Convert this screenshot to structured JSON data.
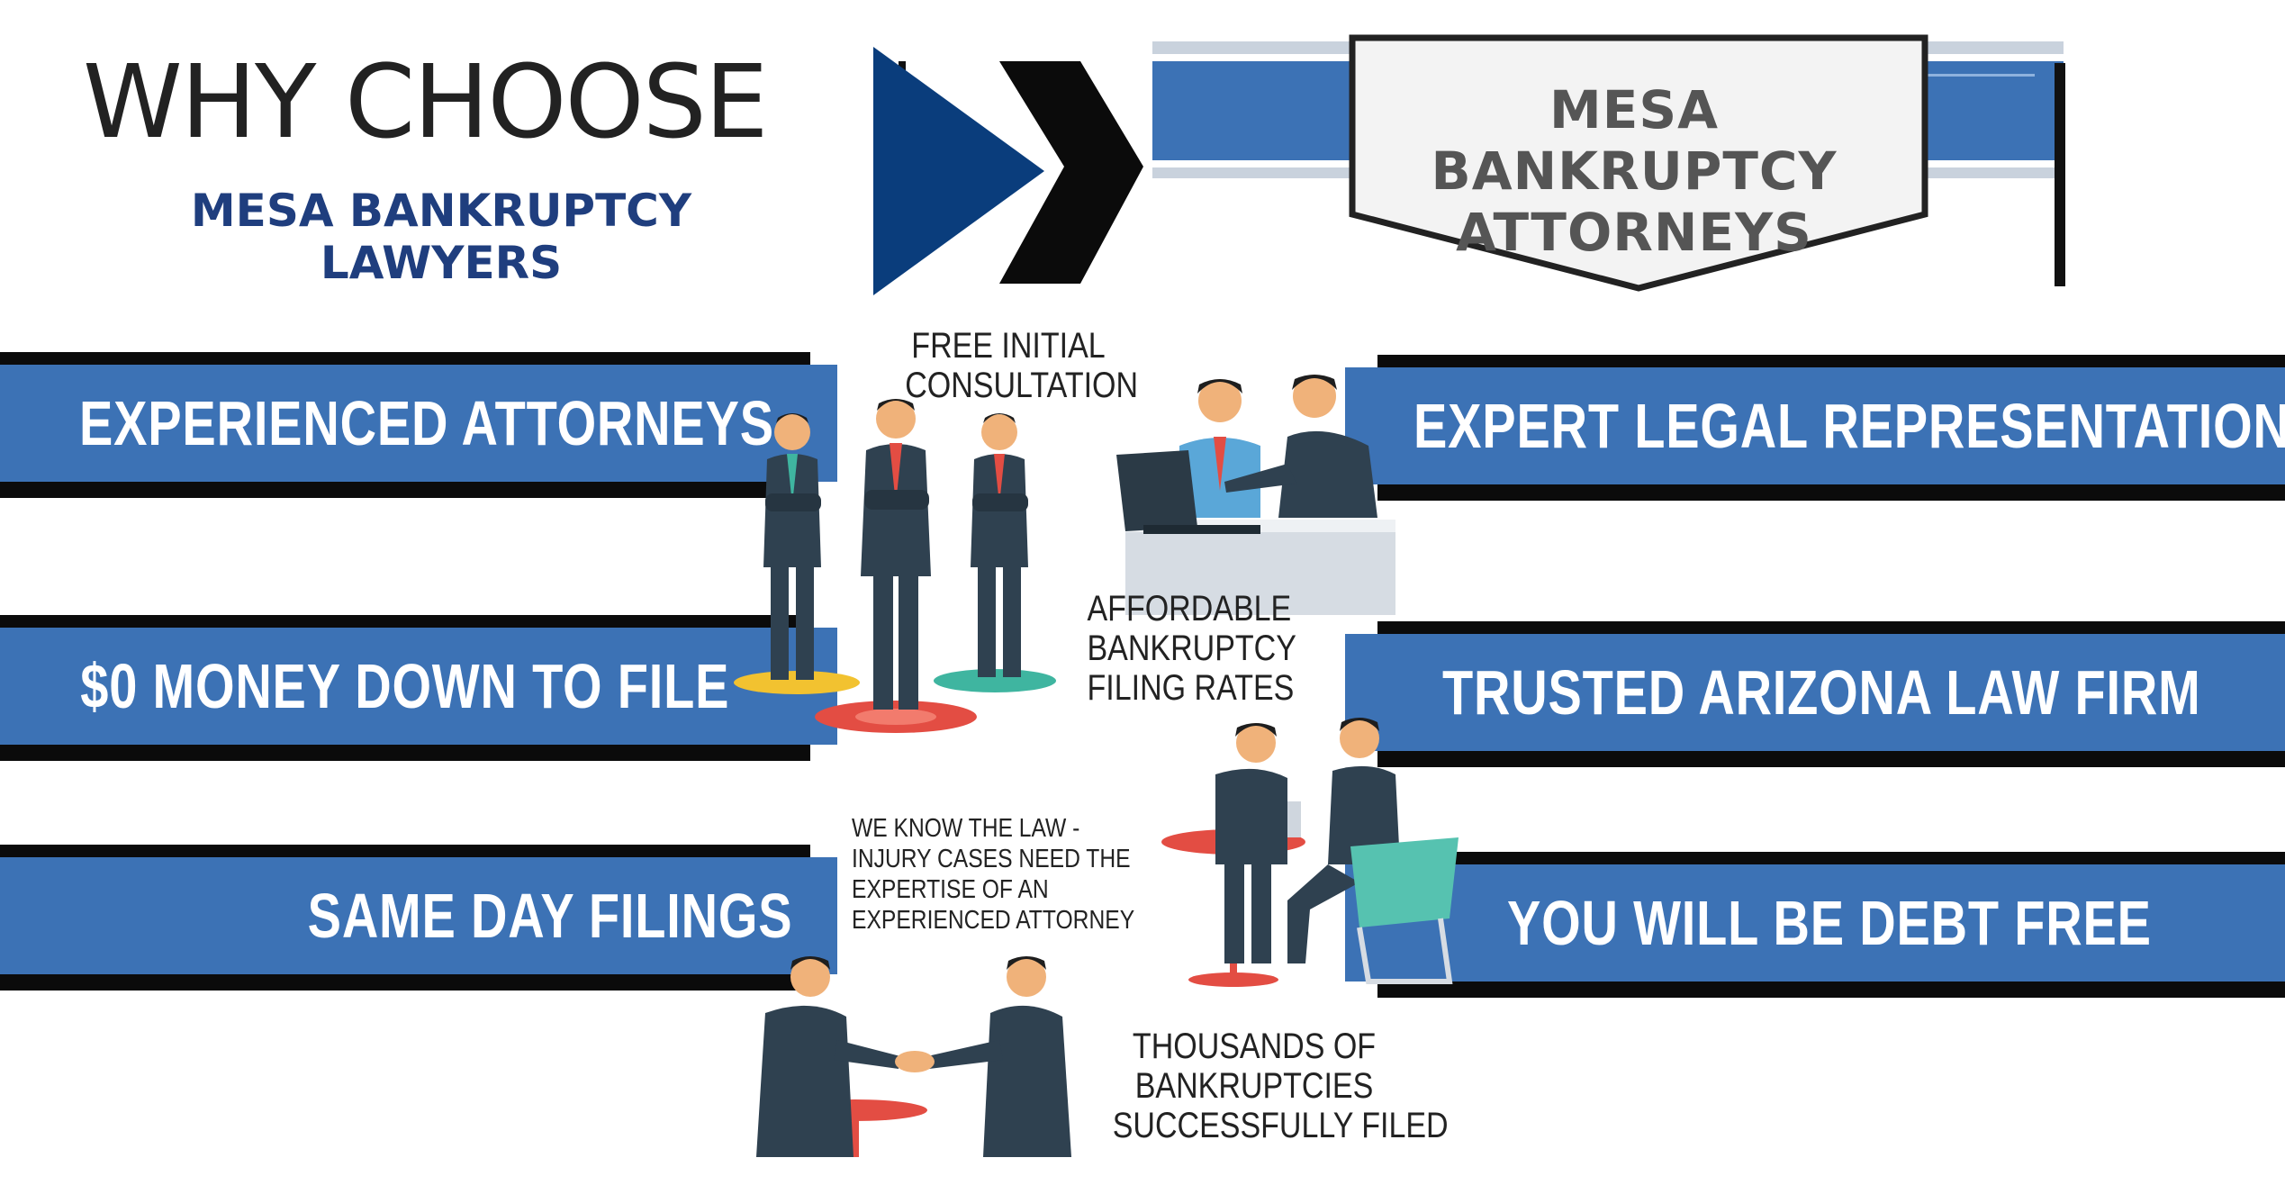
{
  "header": {
    "title": "WHY CHOOSE",
    "subtitle_line1": "MESA BANKRUPTCY",
    "subtitle_line2": "LAWYERS"
  },
  "badge": {
    "line1": "MESA BANKRUPTCY",
    "line2": "ATTORNEYS"
  },
  "banners": {
    "experienced": "EXPERIENCED ATTORNEYS",
    "money_down": "$0 MONEY DOWN TO FILE",
    "same_day": "SAME DAY FILINGS",
    "expert": "EXPERT LEGAL REPRESENTATION",
    "trusted": "TRUSTED ARIZONA LAW FIRM",
    "debt_free": "YOU WILL BE DEBT FREE"
  },
  "notes": {
    "consultation_line1": "FREE INITIAL",
    "consultation_line2": "CONSULTATION",
    "affordable_line1": "AFFORDABLE",
    "affordable_line2": "BANKRUPTCY",
    "affordable_line3": "FILING RATES",
    "law_line1": "WE KNOW THE LAW -",
    "law_line2": "INJURY CASES NEED THE",
    "law_line3": "EXPERTISE OF AN",
    "law_line4": "EXPERIENCED ATTORNEY",
    "thousands_line1": "THOUSANDS OF",
    "thousands_line2": "BANKRUPTCIES",
    "thousands_line3": "SUCCESSFULLY FILED"
  },
  "colors": {
    "banner_blue": "#3c72b5",
    "navy": "#1f3e7e",
    "arrow_blue": "#0a3d7c",
    "shadow": "#0b0b0b"
  }
}
